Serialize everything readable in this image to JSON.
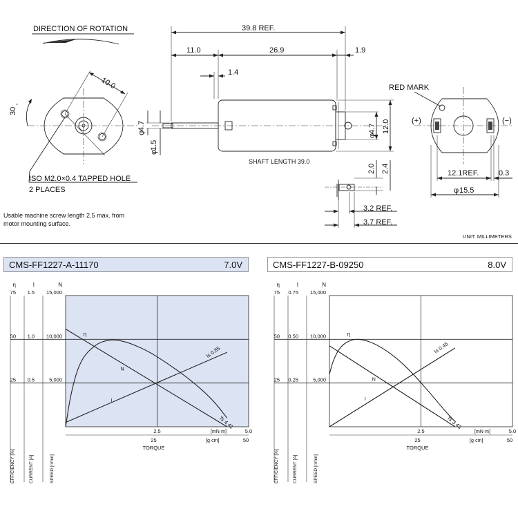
{
  "drawing": {
    "direction_label": "DIRECTION OF ROTATION",
    "dim_overall": "39.8 REF.",
    "dim_left": "11.0",
    "dim_body": "26.9",
    "dim_right": "1.9",
    "dim_14": "1.4",
    "dim_10": "10.0",
    "angle_30": "30",
    "dia_47": "4.7",
    "dia_15": "1.5",
    "dia_47b": "4.7",
    "dim_12": "12.0",
    "shaft_length": "SHAFT LENGTH  39.0",
    "hole_note_1": "ISO M2.0×0.4 TAPPED HOLE",
    "hole_note_2": "2 PLACES",
    "screw_note_1": "Usable machine screw length 2.5 max. from",
    "screw_note_2": "motor mounting surface.",
    "red_mark": "RED MARK",
    "plus": "(+)",
    "minus": "(−)",
    "dim_121": "12.1REF.",
    "dim_03": "0.3",
    "dia_155": "15.5",
    "dim_20": "2.0",
    "dim_24": "2.4",
    "dim_32": "3.2 REF.",
    "dim_37": "3.7 REF.",
    "unit": "UNIT: MILLIMETERS",
    "phi": "φ"
  },
  "colors": {
    "panel_fill": "#dce3f3",
    "panel_header": "#dce3f3"
  },
  "chart_data": [
    {
      "type": "line",
      "title": "CMS-FF1227-A-11170",
      "voltage": "7.0V",
      "xlabel": "TORQUE",
      "x_unit_top": "[mN·m]",
      "x_unit_bottom": "[g·cm]",
      "x_ticks_top": [
        "2.5",
        "5.0"
      ],
      "x_ticks_bottom": [
        "25",
        "50"
      ],
      "xlim": [
        0,
        5.0
      ],
      "eff_ticks": [
        "75",
        "50",
        "25"
      ],
      "cur_ticks": [
        "1.5",
        "1.0",
        "0.5"
      ],
      "speed_ticks": [
        "15,000",
        "10,000",
        "5,000"
      ],
      "axis_headers": [
        "η",
        "I",
        "N"
      ],
      "axis_labels": [
        "EFFICIENCY [%]",
        "CURRENT [A]",
        "SPEED [r/min]"
      ],
      "series": [
        {
          "name": "N",
          "points": [
            [
              0,
              11170
            ],
            [
              4.41,
              0
            ]
          ]
        },
        {
          "name": "I",
          "points": [
            [
              0,
              0.05
            ],
            [
              4.41,
              0.85
            ]
          ]
        },
        {
          "name": "η",
          "points": [
            [
              0,
              0
            ],
            [
              0.15,
              20
            ],
            [
              0.4,
              38
            ],
            [
              0.8,
              47
            ],
            [
              1.2,
              50
            ],
            [
              1.6,
              49
            ],
            [
              2.2,
              44
            ],
            [
              2.8,
              36
            ],
            [
              3.4,
              27
            ],
            [
              4.0,
              16
            ],
            [
              4.41,
              5
            ]
          ]
        }
      ],
      "annotations": {
        "stall_current": "Is 0.85",
        "stall_torque": "Ts 4.41",
        "n_label": "N",
        "i_label": "I",
        "eta_label": "η"
      }
    },
    {
      "type": "line",
      "title": "CMS-FF1227-B-09250",
      "voltage": "8.0V",
      "xlabel": "TORQUE",
      "x_unit_top": "[mN·m]",
      "x_unit_bottom": "[g·cm]",
      "x_ticks_top": [
        "2.5",
        "5.0"
      ],
      "x_ticks_bottom": [
        "25",
        "50"
      ],
      "xlim": [
        0,
        5.0
      ],
      "eff_ticks": [
        "75",
        "50",
        "25"
      ],
      "cur_ticks": [
        "0.75",
        "0.50",
        "0.25"
      ],
      "speed_ticks": [
        "15,000",
        "10,000",
        "5,000"
      ],
      "axis_headers": [
        "η",
        "I",
        "N"
      ],
      "axis_labels": [
        "EFFICIENCY [%]",
        "CURRENT [A]",
        "SPEED [r/min]"
      ],
      "series": [
        {
          "name": "N",
          "points": [
            [
              0,
              9250
            ],
            [
              3.43,
              0
            ]
          ]
        },
        {
          "name": "I",
          "points": [
            [
              0,
              0.0
            ],
            [
              3.43,
              0.45
            ]
          ]
        },
        {
          "name": "η",
          "points": [
            [
              0,
              30
            ],
            [
              0.1,
              38
            ],
            [
              0.3,
              46
            ],
            [
              0.6,
              50
            ],
            [
              0.9,
              50
            ],
            [
              1.3,
              47
            ],
            [
              1.8,
              40
            ],
            [
              2.3,
              30
            ],
            [
              2.8,
              18
            ],
            [
              3.2,
              8
            ],
            [
              3.43,
              3
            ]
          ]
        }
      ],
      "annotations": {
        "stall_current": "Is 0.45",
        "stall_torque": "Ts 3.43",
        "n_label": "N",
        "i_label": "I",
        "eta_label": "η"
      }
    }
  ]
}
